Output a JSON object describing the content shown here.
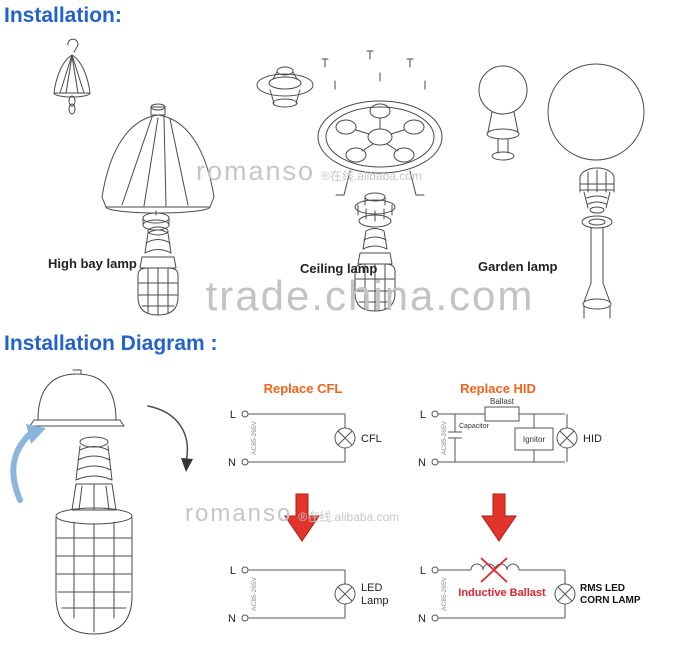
{
  "headings": {
    "installation": "Installation:",
    "installation_diagram": "Installation Diagram :"
  },
  "lamp_labels": {
    "high_bay": "High bay lamp",
    "ceiling": "Ceiling lamp",
    "garden": "Garden lamp"
  },
  "watermarks": {
    "brand": "romanso",
    "brand_suffix": "®在线.alibaba.com",
    "site": "trade.china.com"
  },
  "colors": {
    "heading_blue": "#2163c8",
    "circuit_title_orange": "#f0641e",
    "alert_red": "#e3242b",
    "watermark_gray": "#c3c3c3"
  },
  "circuits": {
    "cfl": {
      "title": "Replace CFL",
      "line": "L",
      "neutral": "N",
      "voltage": "AC85-265V",
      "lamp": "CFL"
    },
    "hid": {
      "title": "Replace HID",
      "line": "L",
      "neutral": "N",
      "voltage": "AC85-265V",
      "ballast": "Ballast",
      "capacitor": "Capacitor",
      "ignitor": "Ignitor",
      "lamp": "HID"
    },
    "led": {
      "line": "L",
      "neutral": "N",
      "voltage": "AC85-265V",
      "lamp_line1": "LED",
      "lamp_line2": "Lamp"
    },
    "rms": {
      "line": "L",
      "neutral": "N",
      "voltage": "AC85-265V",
      "ballast": "Inductive Ballast",
      "lamp_line1": "RMS LED",
      "lamp_line2": "CORN LAMP"
    }
  }
}
